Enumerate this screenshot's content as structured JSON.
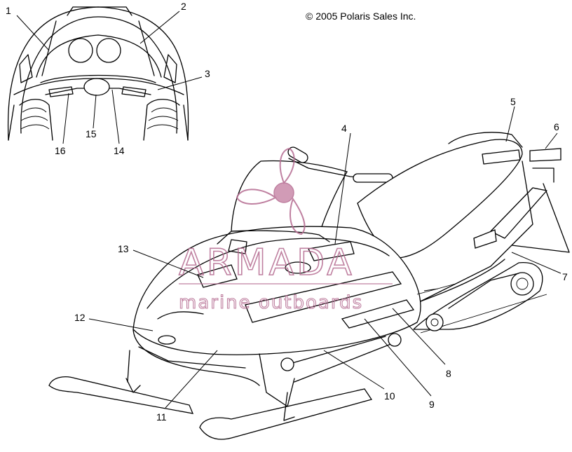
{
  "copyright": "© 2005 Polaris Sales Inc.",
  "watermark": {
    "brand": "ARMADA",
    "tagline": "marine outboards",
    "color": "#b46a90"
  },
  "callouts": [
    "1",
    "2",
    "3",
    "4",
    "5",
    "6",
    "7",
    "8",
    "9",
    "10",
    "11",
    "12",
    "13",
    "14",
    "15",
    "16"
  ]
}
